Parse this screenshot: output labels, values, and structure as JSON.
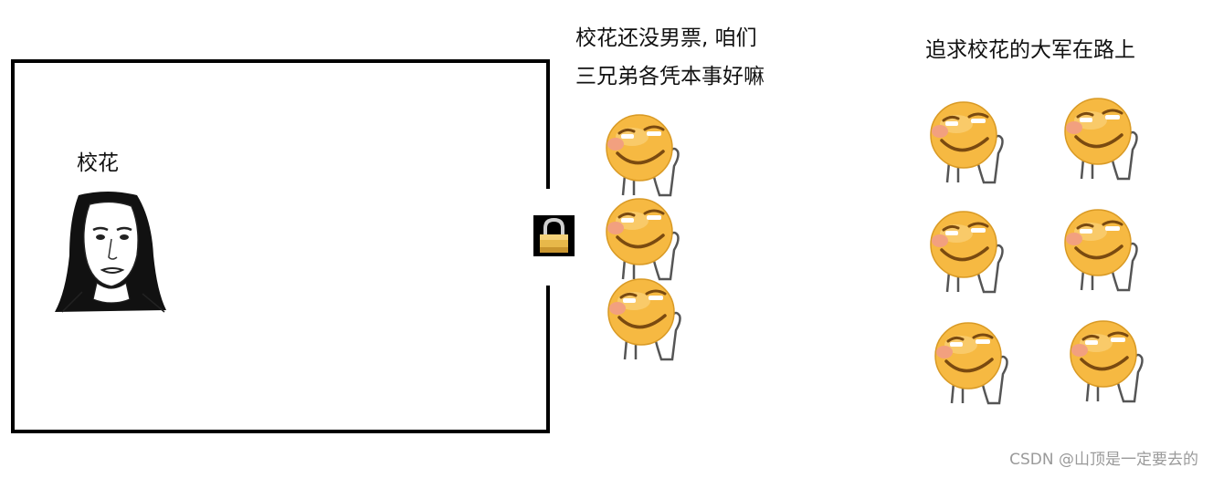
{
  "room": {
    "girl_label": "校花"
  },
  "brothers": {
    "caption_line_1": "校花还没男票, 咱们",
    "caption_line_2": "三兄弟各凭本事好嘛"
  },
  "army": {
    "label": "追求校花的大军在路上"
  },
  "watermark": "CSDN @山顶是一定要去的",
  "icons": {
    "lock": "padlock-icon",
    "emoji": "smirk-emoji-icon"
  },
  "colors": {
    "outline": "#000000",
    "lock_body": "#e7b84a",
    "emoji_face": "#f6b942",
    "emoji_cheek": "#f2a07f",
    "watermark": "#9a9a9a"
  }
}
